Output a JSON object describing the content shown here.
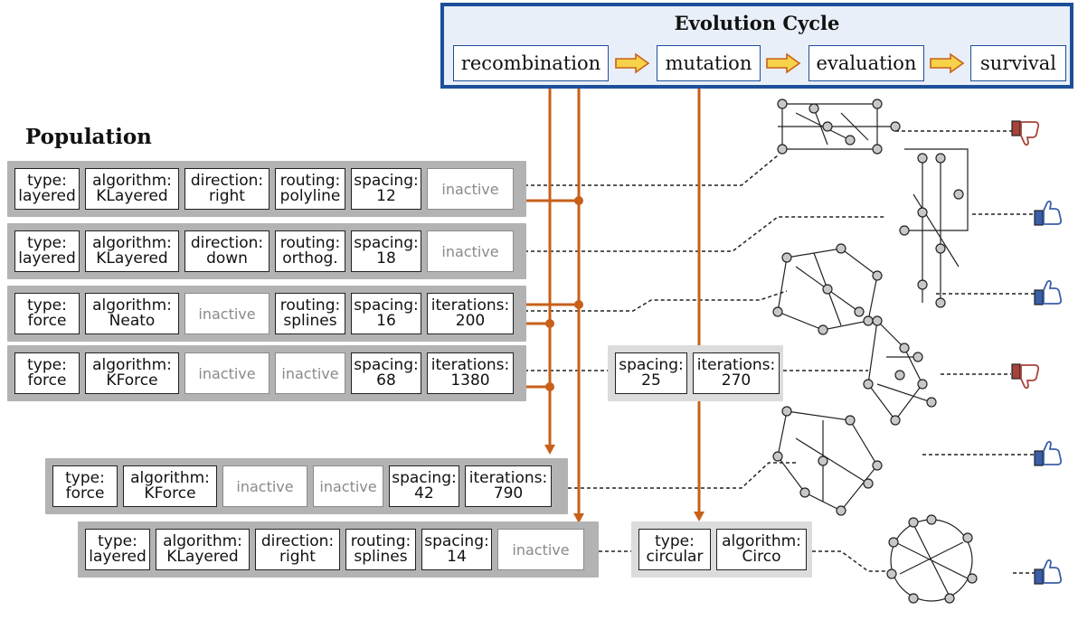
{
  "cycle": {
    "title": "Evolution Cycle",
    "steps": [
      "recombination",
      "mutation",
      "evaluation",
      "survival"
    ]
  },
  "population": {
    "title": "Population",
    "inactive_label": "inactive",
    "rows": [
      {
        "genes": [
          [
            "type:",
            "layered"
          ],
          [
            "algorithm:",
            "KLayered"
          ],
          [
            "direction:",
            "right"
          ],
          [
            "routing:",
            "polyline"
          ],
          [
            "spacing:",
            "12"
          ],
          [
            "inactive"
          ]
        ],
        "rating": "thumbs-down"
      },
      {
        "genes": [
          [
            "type:",
            "layered"
          ],
          [
            "algorithm:",
            "KLayered"
          ],
          [
            "direction:",
            "down"
          ],
          [
            "routing:",
            "orthog."
          ],
          [
            "spacing:",
            "18"
          ],
          [
            "inactive"
          ]
        ],
        "rating": "thumbs-up"
      },
      {
        "genes": [
          [
            "type:",
            "force"
          ],
          [
            "algorithm:",
            "Neato"
          ],
          [
            "inactive"
          ],
          [
            "routing:",
            "splines"
          ],
          [
            "spacing:",
            "16"
          ],
          [
            "iterations:",
            "200"
          ]
        ],
        "rating": "thumbs-up"
      },
      {
        "genes": [
          [
            "type:",
            "force"
          ],
          [
            "algorithm:",
            "KForce"
          ],
          [
            "inactive"
          ],
          [
            "inactive"
          ],
          [
            "spacing:",
            "68"
          ],
          [
            "iterations:",
            "1380"
          ]
        ],
        "rating": "thumbs-down"
      }
    ]
  },
  "offspring": [
    {
      "genes": [
        [
          "type:",
          "force"
        ],
        [
          "algorithm:",
          "KForce"
        ],
        [
          "inactive"
        ],
        [
          "inactive"
        ],
        [
          "spacing:",
          "42"
        ],
        [
          "iterations:",
          "790"
        ]
      ],
      "rating": "thumbs-up"
    },
    {
      "genes": [
        [
          "type:",
          "layered"
        ],
        [
          "algorithm:",
          "KLayered"
        ],
        [
          "direction:",
          "right"
        ],
        [
          "routing:",
          "splines"
        ],
        [
          "spacing:",
          "14"
        ],
        [
          "inactive"
        ]
      ],
      "rating": "thumbs-up"
    }
  ],
  "mutations": [
    {
      "genes": [
        [
          "spacing:",
          "25"
        ],
        [
          "iterations:",
          "270"
        ]
      ]
    },
    {
      "genes": [
        [
          "type:",
          "circular"
        ],
        [
          "algorithm:",
          "Circo"
        ]
      ]
    }
  ],
  "colors": {
    "cycle_border": "#1d4e9a",
    "flow_line": "#c8601a",
    "arrow_fill": "#f7d24a",
    "thumbs_up": "#3b5ea8",
    "thumbs_down": "#a8433b",
    "group_bg": "#b3b3b3"
  }
}
